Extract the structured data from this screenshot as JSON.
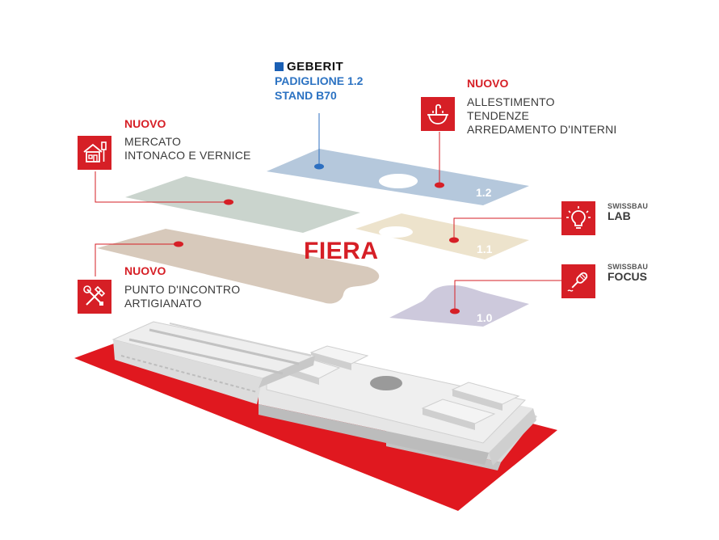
{
  "brand": {
    "name": "GEBERIT",
    "hall": "PADIGLIONE 1.2",
    "stand": "STAND B70"
  },
  "fair_label": "FIERA",
  "new_label": "NUOVO",
  "levels": [
    "1.2",
    "1.1",
    "1.0"
  ],
  "callouts": {
    "interior": {
      "line1": "ALLESTIMENTO",
      "line2": "TENDENZE",
      "line3": "ARREDAMENTO D'INTERNI",
      "icon": "sink-icon"
    },
    "plaster": {
      "line1": "MERCATO",
      "line2": "INTONACO E VERNICE",
      "icon": "house-paint-icon"
    },
    "craft": {
      "line1": "PUNTO D'INCONTRO",
      "line2": "ARTIGIANATO",
      "icon": "tools-icon"
    },
    "lab": {
      "small": "SWISSBAU",
      "big": "LAB",
      "icon": "lightbulb-icon"
    },
    "focus": {
      "small": "SWISSBAU",
      "big": "FOCUS",
      "icon": "microphone-icon"
    }
  },
  "colors": {
    "accent_red": "#d61f26",
    "geberit_blue": "#2b72c2",
    "floor_blue": "#b5c8dc",
    "floor_green": "#cad4cd",
    "floor_beige": "#ede3cc",
    "floor_tan": "#d7c9bb",
    "floor_lavender": "#cdc9dc",
    "marker_blue": "#2d6fc0"
  }
}
